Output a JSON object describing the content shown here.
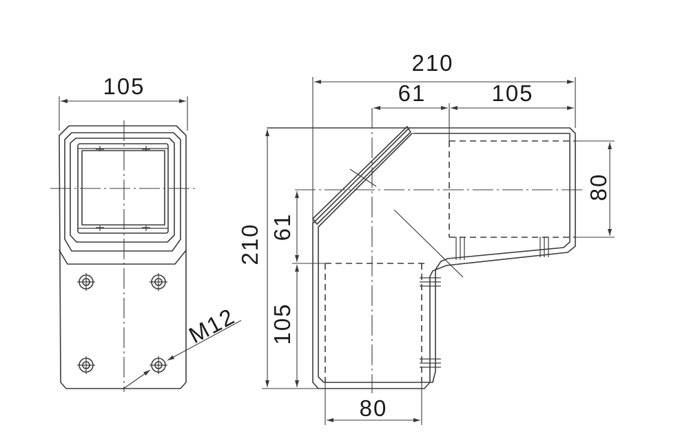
{
  "front_view": {
    "width_label": "105",
    "thread_label": "M12"
  },
  "side_view": {
    "overall_width_label": "210",
    "offset_label": "61",
    "leg_length_label": "105",
    "overall_height_label": "210",
    "vertical_offset_label": "61",
    "vertical_leg_label": "105",
    "right_opening_label": "80",
    "bottom_opening_label": "80"
  }
}
